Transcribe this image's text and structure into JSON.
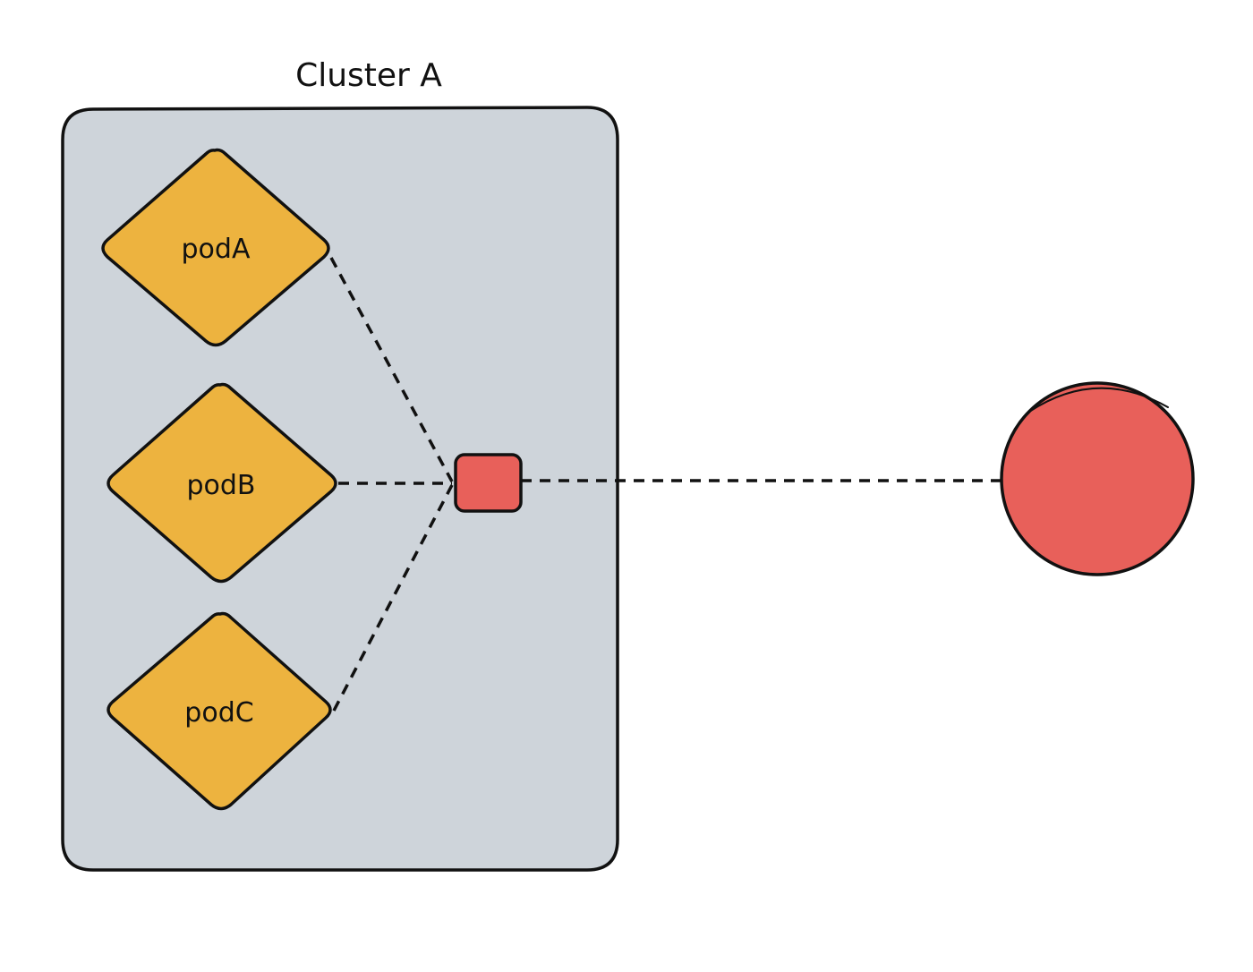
{
  "cluster": {
    "title": "Cluster A"
  },
  "pods": [
    {
      "id": "podA",
      "label": "podA"
    },
    {
      "id": "podB",
      "label": "podB"
    },
    {
      "id": "podC",
      "label": "podC"
    }
  ],
  "colors": {
    "cluster_fill": "#ced4da",
    "pod_fill": "#edb33f",
    "node_fill": "#e8605a",
    "stroke": "#111111"
  },
  "edges": [
    {
      "from": "podA",
      "to": "gateway",
      "style": "dashed"
    },
    {
      "from": "podB",
      "to": "gateway",
      "style": "dashed"
    },
    {
      "from": "podC",
      "to": "gateway",
      "style": "dashed"
    },
    {
      "from": "gateway",
      "to": "external-node",
      "style": "dashed"
    }
  ]
}
